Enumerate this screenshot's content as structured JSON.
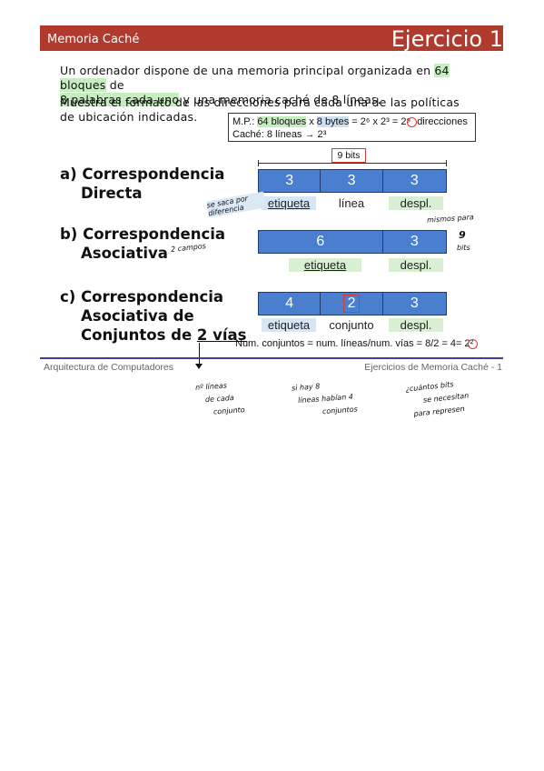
{
  "header": {
    "left": "Memoria Caché",
    "right": "Ejercicio 1"
  },
  "intro": {
    "p1_a": "Un ordenador dispone de una memoria principal organizada en ",
    "p1_hl1": "64 bloques",
    "p1_b": " de",
    "p1_hl2": "8 palabras cada uno",
    "p1_c": " y una memoria caché de 8 líneas.",
    "p2": "Muestra el formato de las direcciones para cada una de las políticas de ubicación indicadas."
  },
  "mp_box": {
    "l1_a": "M.P.: ",
    "l1_hl1": "64 bloques",
    "l1_b": " x ",
    "l1_hl2": "8 bytes",
    "l1_c": " = 2⁶ x 2³ = 2⁹",
    "l1_d": "direcciones",
    "l2": "Caché: 8 líneas → 2³"
  },
  "bits_label": "9 bits",
  "section_a": {
    "title_1": "a) Correspondencia",
    "title_2": "Directa",
    "cells": [
      "3",
      "3",
      "3"
    ],
    "labels": [
      "etiqueta",
      "línea",
      "despl."
    ],
    "note": "se saca por diferencia"
  },
  "section_b": {
    "title_1": "b) Correspondencia",
    "title_2": "Asociativa",
    "cells": [
      "6",
      "3"
    ],
    "labels": [
      "etiqueta",
      "despl."
    ],
    "note_left": "2 campos",
    "note_right_1": "mismos para",
    "note_right_2": "9",
    "note_right_3": "bits"
  },
  "section_c": {
    "title_1": "c) Correspondencia",
    "title_2": "Asociativa de",
    "title_3a": "Conjuntos de ",
    "title_3b": "2 vías",
    "cells": [
      "4",
      "2",
      "3"
    ],
    "labels": [
      "etiqueta",
      "conjunto",
      "despl."
    ],
    "formula": "Num. conjuntos = num. líneas/num. vías = 8/2 = 4= 2²"
  },
  "footer": {
    "left": "Arquitectura de Computadores",
    "right": "Ejercicios de Memoria Caché - 1"
  },
  "handwritten": {
    "n1": "nº líneas",
    "n2": "de cada",
    "n3": "conjunto",
    "m1": "si hay 8",
    "m2": "líneas habían 4",
    "m3": "conjuntos",
    "r1": "¿cuántos bits",
    "r2": "se necesitan",
    "r3": "para represen"
  }
}
